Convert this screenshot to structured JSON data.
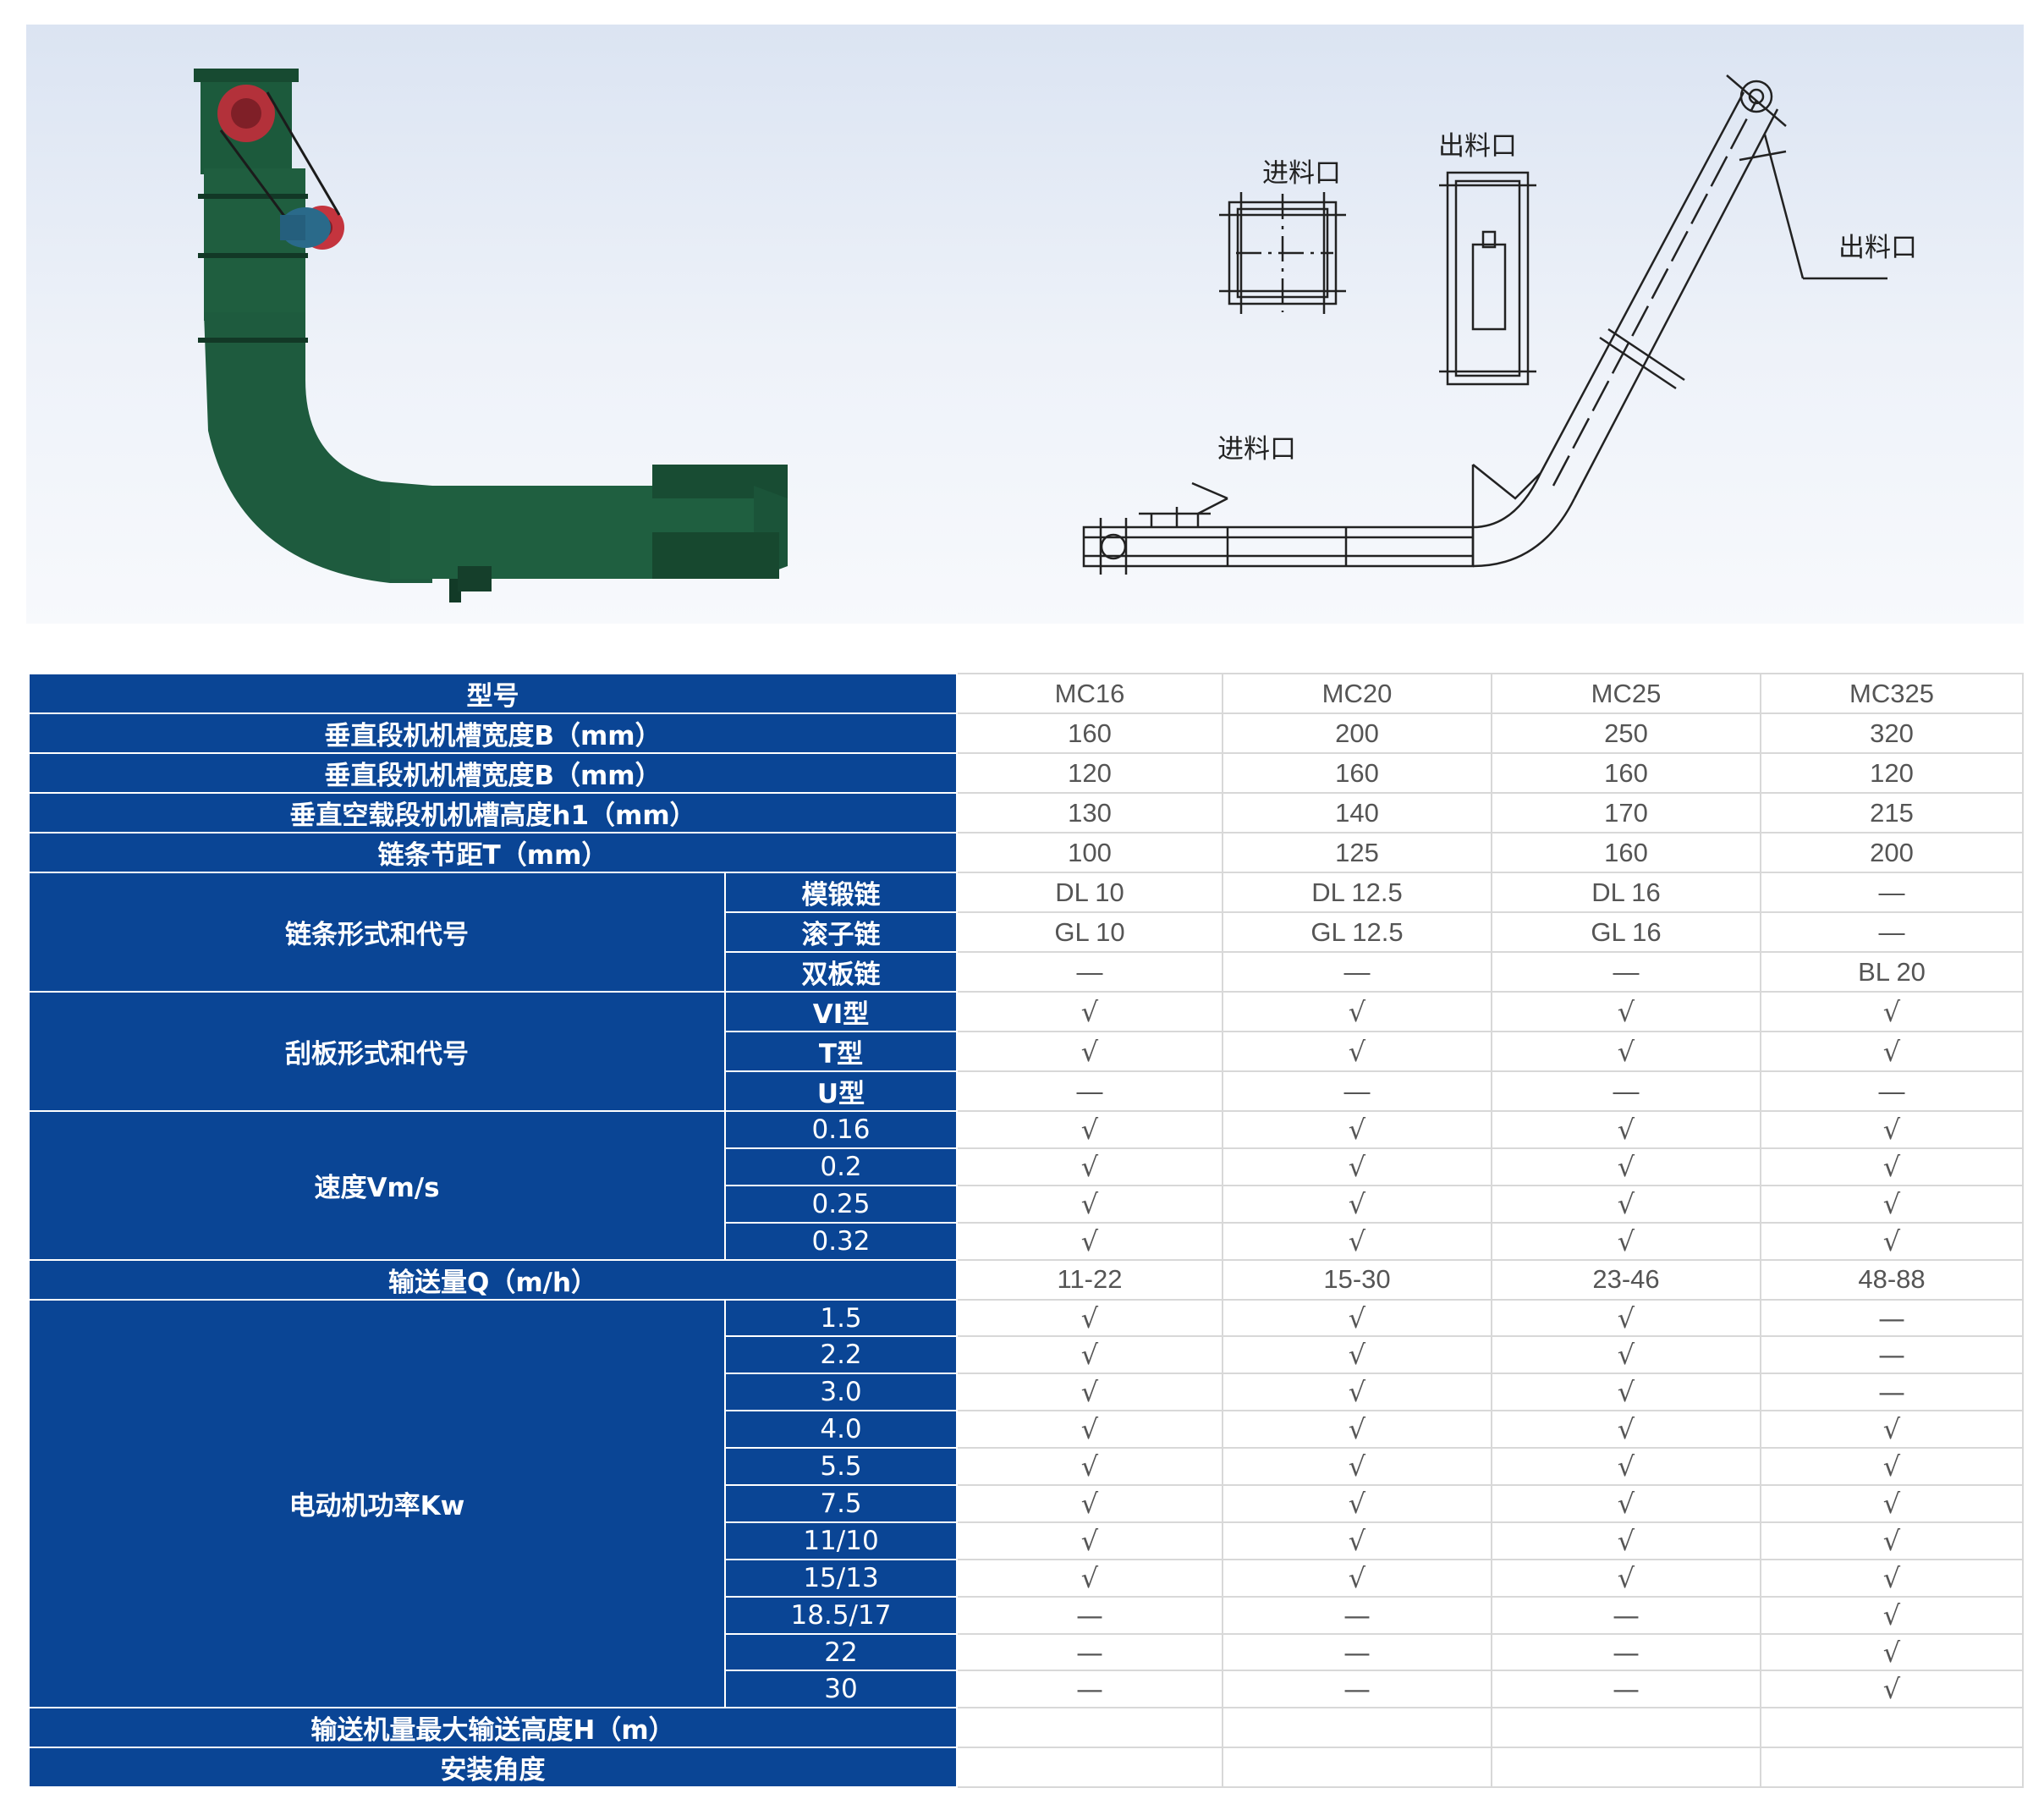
{
  "hero": {
    "callouts": {
      "inlet_box": "进料口",
      "outlet_box": "出料口",
      "outlet_head": "出料口",
      "inlet_bottom": "进料口"
    }
  },
  "colors": {
    "header_bg": "#0a4595",
    "machine_body": "#1f5a3e",
    "motor": "#c0303a"
  },
  "table": {
    "model": {
      "label": "型号",
      "values": [
        "MC16",
        "MC20",
        "MC25",
        "MC325"
      ]
    },
    "width_b1": {
      "label": "垂直段机机槽宽度B（mm）",
      "values": [
        "160",
        "200",
        "250",
        "320"
      ]
    },
    "width_b2": {
      "label": "垂直段机机槽宽度B（mm）",
      "values": [
        "120",
        "160",
        "160",
        "120"
      ]
    },
    "height_h1": {
      "label": "垂直空载段机机槽高度h1（mm）",
      "values": [
        "130",
        "140",
        "170",
        "215"
      ]
    },
    "pitch": {
      "label": "链条节距T（mm）",
      "values": [
        "100",
        "125",
        "160",
        "200"
      ]
    },
    "chain": {
      "label": "链条形式和代号",
      "rows": [
        {
          "sub": "模锻链",
          "values": [
            "DL 10",
            "DL 12.5",
            "DL 16",
            "—"
          ]
        },
        {
          "sub": "滚子链",
          "values": [
            "GL 10",
            "GL 12.5",
            "GL 16",
            "—"
          ]
        },
        {
          "sub": "双板链",
          "values": [
            "—",
            "—",
            "—",
            "BL 20"
          ]
        }
      ]
    },
    "scraper": {
      "label": "刮板形式和代号",
      "rows": [
        {
          "sub": "VI型",
          "values": [
            "√",
            "√",
            "√",
            "√"
          ]
        },
        {
          "sub": "T型",
          "values": [
            "√",
            "√",
            "√",
            "√"
          ]
        },
        {
          "sub": "U型",
          "values": [
            "—",
            "—",
            "—",
            "—"
          ]
        }
      ]
    },
    "speed": {
      "label": "速度Vm/s",
      "rows": [
        {
          "sub": "0.16",
          "values": [
            "√",
            "√",
            "√",
            "√"
          ]
        },
        {
          "sub": "0.2",
          "values": [
            "√",
            "√",
            "√",
            "√"
          ]
        },
        {
          "sub": "0.25",
          "values": [
            "√",
            "√",
            "√",
            "√"
          ]
        },
        {
          "sub": "0.32",
          "values": [
            "√",
            "√",
            "√",
            "√"
          ]
        }
      ]
    },
    "capacity": {
      "label": "输送量Q（m/h）",
      "values": [
        "11-22",
        "15-30",
        "23-46",
        "48-88"
      ]
    },
    "power": {
      "label": "电动机功率Kw",
      "rows": [
        {
          "sub": "1.5",
          "values": [
            "√",
            "√",
            "√",
            "—"
          ]
        },
        {
          "sub": "2.2",
          "values": [
            "√",
            "√",
            "√",
            "—"
          ]
        },
        {
          "sub": "3.0",
          "values": [
            "√",
            "√",
            "√",
            "—"
          ]
        },
        {
          "sub": "4.0",
          "values": [
            "√",
            "√",
            "√",
            "√"
          ]
        },
        {
          "sub": "5.5",
          "values": [
            "√",
            "√",
            "√",
            "√"
          ]
        },
        {
          "sub": "7.5",
          "values": [
            "√",
            "√",
            "√",
            "√"
          ]
        },
        {
          "sub": "11/10",
          "values": [
            "√",
            "√",
            "√",
            "√"
          ]
        },
        {
          "sub": "15/13",
          "values": [
            "√",
            "√",
            "√",
            "√"
          ]
        },
        {
          "sub": "18.5/17",
          "values": [
            "—",
            "—",
            "—",
            "√"
          ]
        },
        {
          "sub": "22",
          "values": [
            "—",
            "—",
            "—",
            "√"
          ]
        },
        {
          "sub": "30",
          "values": [
            "—",
            "—",
            "—",
            "√"
          ]
        }
      ]
    },
    "max_height": {
      "label": "输送机量最大输送高度H（m）",
      "values": [
        "",
        "",
        "",
        ""
      ]
    },
    "angle": {
      "label": "安装角度",
      "values": [
        "",
        "",
        "",
        ""
      ]
    }
  }
}
